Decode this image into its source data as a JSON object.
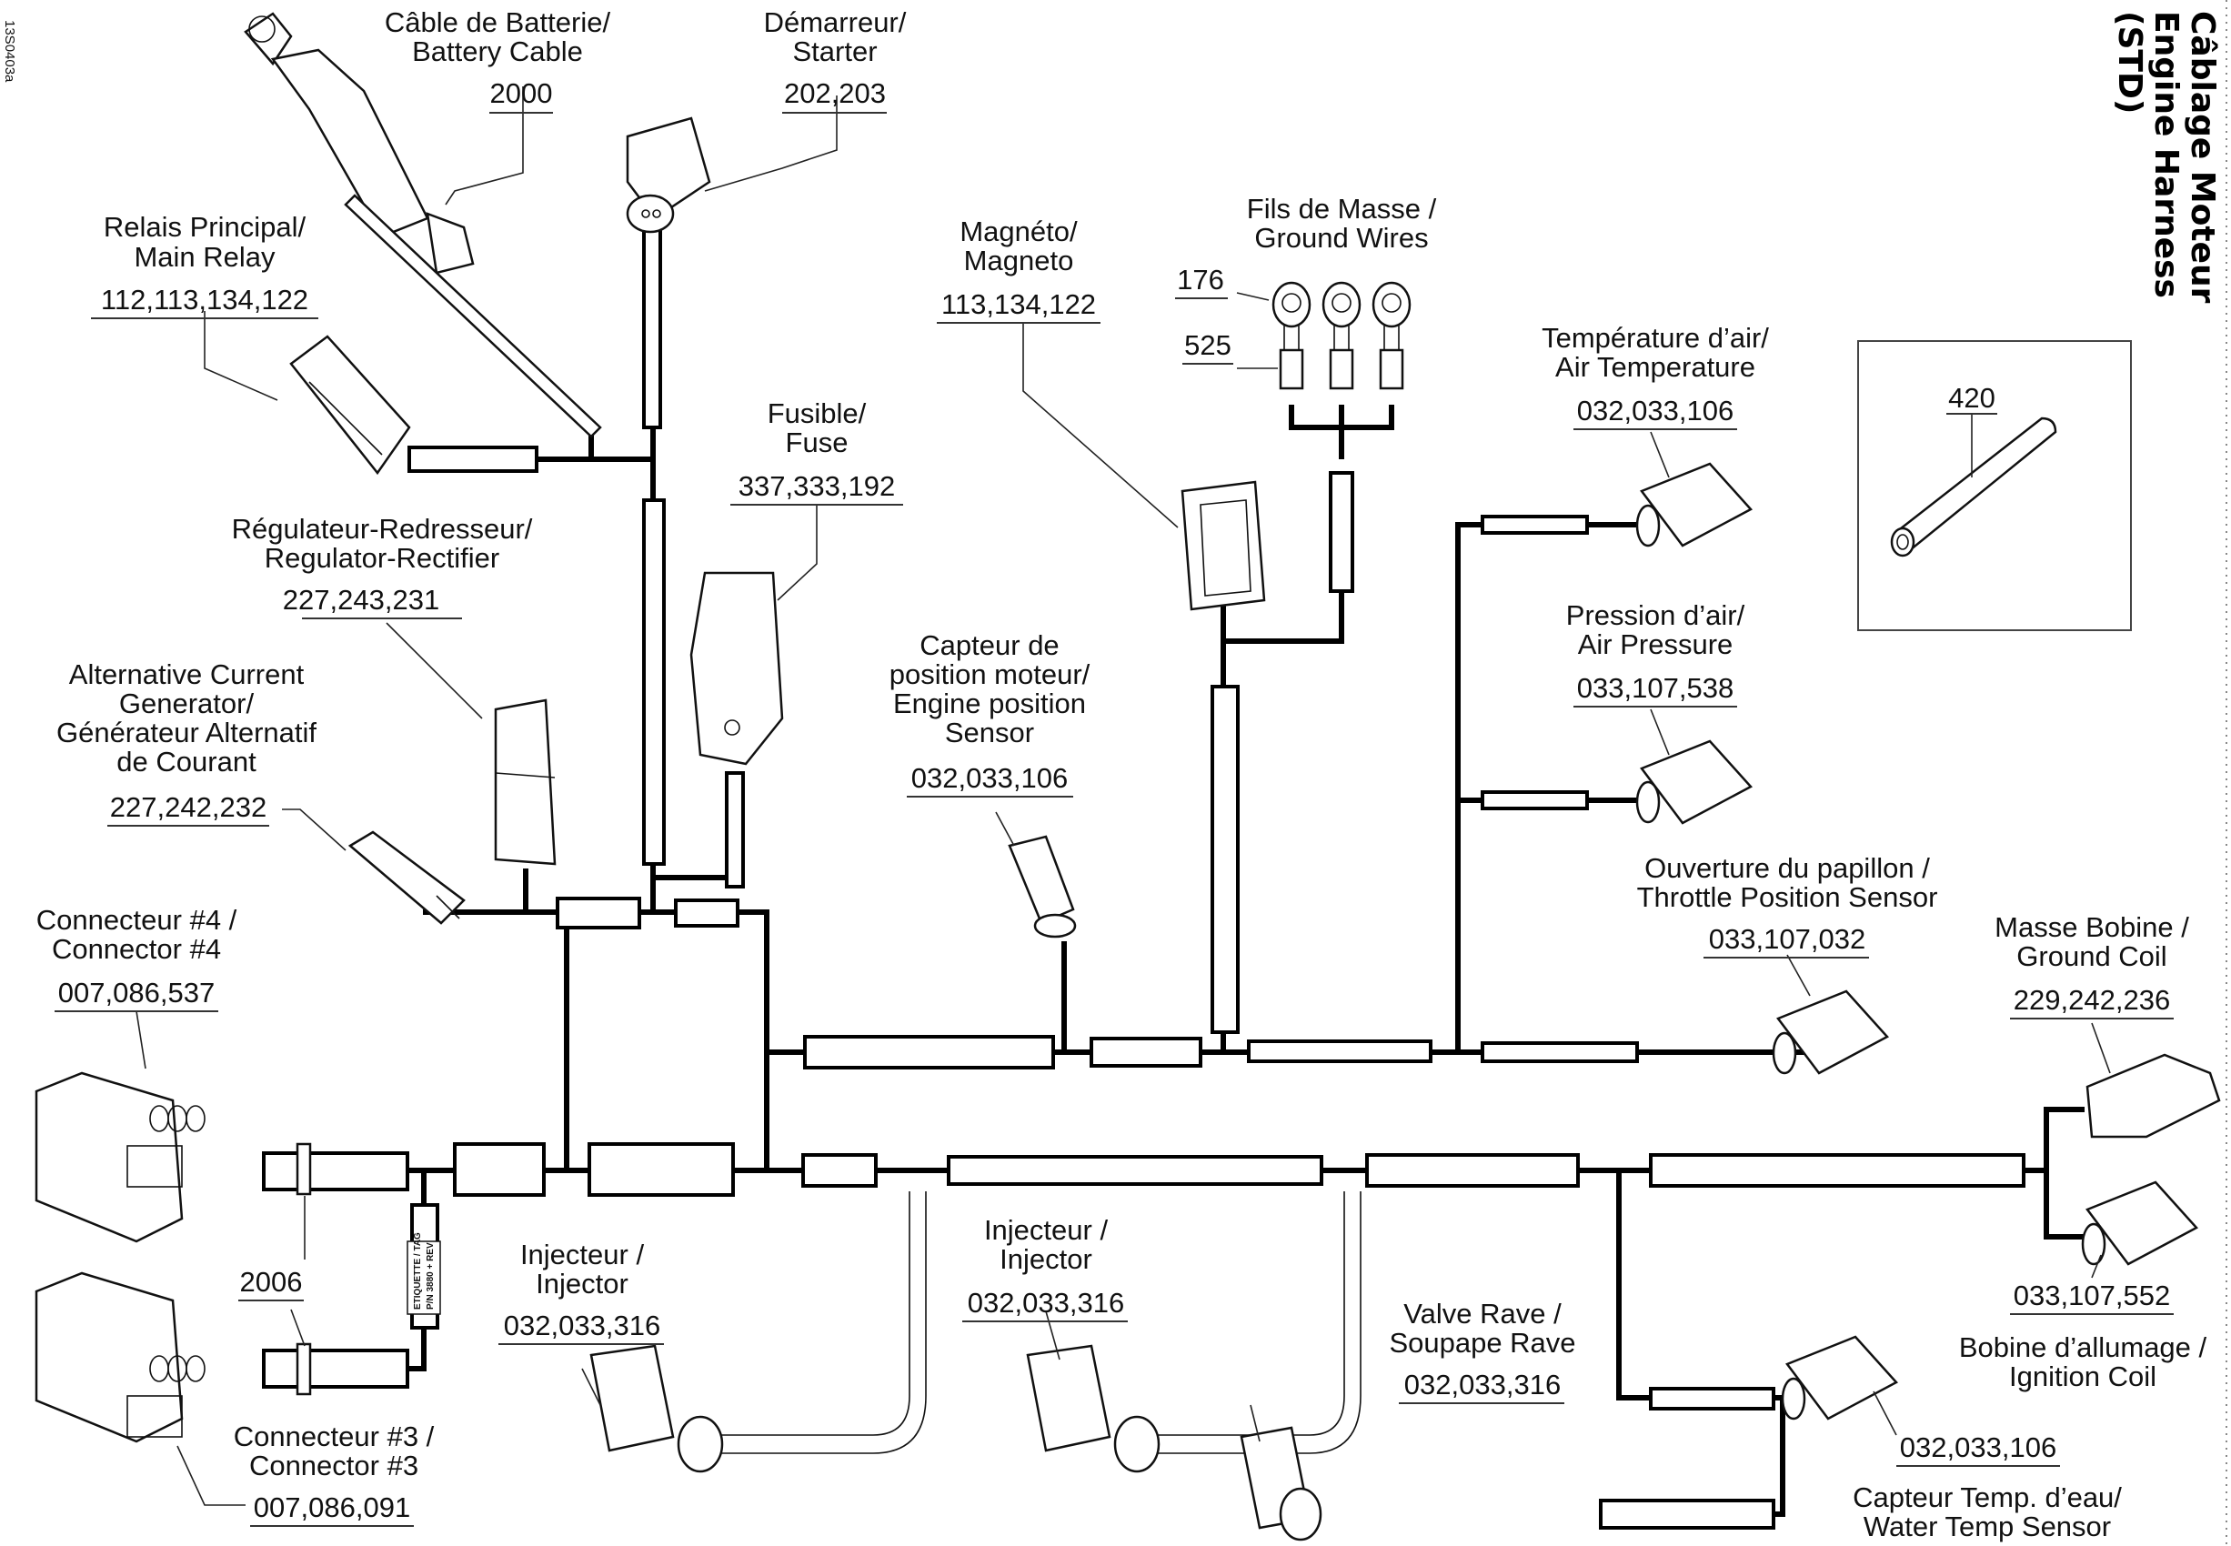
{
  "drawing_code": "13S0403a",
  "title": {
    "line1": "Câblage Moteur",
    "line2": "Engine Harness",
    "line3": "(STD)"
  },
  "components": [
    {
      "id": "battery-cable",
      "label_fr": "Câble de Batterie/",
      "label_en": "Battery Cable",
      "parts": "2000"
    },
    {
      "id": "starter",
      "label_fr": "Démarreur/",
      "label_en": "Starter",
      "parts": "202,203"
    },
    {
      "id": "main-relay",
      "label_fr": "Relais Principal/",
      "label_en": "Main Relay",
      "parts": "112,113,134,122"
    },
    {
      "id": "regulator-rectifier",
      "label_fr": "Régulateur-Redresseur/",
      "label_en": "Regulator-Rectifier",
      "parts": "227,243,231"
    },
    {
      "id": "ac-generator",
      "label_1": "Alternative Current",
      "label_2": "Generator/",
      "label_3": "Générateur Alternatif",
      "label_4": "de Courant",
      "parts": "227,242,232"
    },
    {
      "id": "fuse",
      "label_fr": "Fusible/",
      "label_en": "Fuse",
      "parts": "337,333,192"
    },
    {
      "id": "magneto",
      "label_fr": "Magnéto/",
      "label_en": "Magneto",
      "parts": "113,134,122"
    },
    {
      "id": "ground-wires",
      "label_fr": "Fils de Masse /",
      "label_en": "Ground Wires",
      "part_ring": "176",
      "part_sleeve": "525"
    },
    {
      "id": "engine-position-sensor",
      "label_1": "Capteur de",
      "label_2": "position moteur/",
      "label_3": "Engine position",
      "label_4": "Sensor",
      "parts": "032,033,106"
    },
    {
      "id": "air-temperature",
      "label_fr": "Température d’air/",
      "label_en": "Air Temperature",
      "parts": "032,033,106"
    },
    {
      "id": "air-pressure",
      "label_fr": "Pression d’air/",
      "label_en": "Air Pressure",
      "parts": "033,107,538"
    },
    {
      "id": "throttle-position-sensor",
      "label_fr": "Ouverture du papillon /",
      "label_en": "Throttle Position Sensor",
      "parts": "033,107,032"
    },
    {
      "id": "ground-coil",
      "label_fr": "Masse Bobine /",
      "label_en": "Ground Coil",
      "parts": "229,242,236"
    },
    {
      "id": "ignition-coil",
      "label_fr": "Bobine d’allumage /",
      "label_en": "Ignition Coil",
      "parts": "033,107,552"
    },
    {
      "id": "connector-4",
      "label_fr": "Connecteur #4 /",
      "label_en": "Connector #4",
      "parts": "007,086,537"
    },
    {
      "id": "connector-3",
      "label_fr": "Connecteur #3 /",
      "label_en": "Connector #3",
      "parts": "007,086,091"
    },
    {
      "id": "cable-tie",
      "parts": "2006"
    },
    {
      "id": "injector-1",
      "label_fr": "Injecteur /",
      "label_en": "Injector",
      "parts": "032,033,316"
    },
    {
      "id": "injector-2",
      "label_fr": "Injecteur /",
      "label_en": "Injector",
      "parts": "032,033,316"
    },
    {
      "id": "rave-valve",
      "label_fr": "Valve Rave /",
      "label_en": "Soupape Rave",
      "parts": "032,033,316"
    },
    {
      "id": "water-temp-sensor",
      "label_fr": "Capteur Temp. d’eau/",
      "label_en": "Water Temp Sensor",
      "parts": "032,033,106"
    },
    {
      "id": "sleeve-tube",
      "parts": "420"
    }
  ],
  "tag": {
    "line1": "ETIQUETTE / TAG",
    "line2": "P/N 3880 + REV"
  }
}
